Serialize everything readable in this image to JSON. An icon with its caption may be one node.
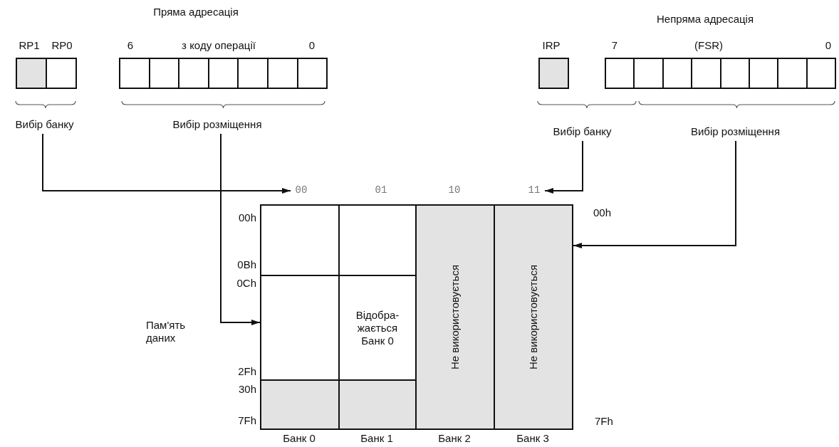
{
  "diagram": {
    "nodes": [
      {
        "text": [],
        "shape": "box"
      },
      {
        "text": [],
        "shape": "box"
      },
      {
        "text": [],
        "shape": "box"
      },
      {
        "text": [],
        "shape": "box"
      },
      {
        "text": [],
        "shape": "box"
      },
      {
        "text": [],
        "shape": "box"
      },
      {
        "text": [],
        "shape": "box"
      },
      {
        "text": [],
        "shape": "box"
      },
      {
        "text": [],
        "shape": "box"
      },
      {
        "text": [],
        "shape": "box"
      },
      {
        "text": [],
        "shape": "box"
      },
      {
        "text": [],
        "shape": "box"
      },
      {
        "text": [],
        "shape": "box"
      },
      {
        "text": [],
        "shape": "box"
      },
      {
        "text": [],
        "shape": "box"
      },
      {
        "text": [],
        "shape": "box"
      },
      {
        "text": [],
        "shape": "box"
      },
      {
        "text": [],
        "shape": "box"
      },
      {
        "text": [
          "Вибір банку"
        ]
      },
      {
        "text": [
          "Вибір розміщення"
        ]
      },
      {
        "text": [
          "Вибір банку"
        ]
      },
      {
        "text": [
          "Вибір розміщення"
        ]
      },
      {
        "text": [
          "00"
        ]
      },
      {
        "text": [
          "11"
        ]
      },
      {
        "text": [],
        "shape": "box"
      },
      {
        "text": [],
        "shape": "box"
      },
      {
        "text": [
          "Не використовується"
        ]
      },
      {
        "text": [
          "Не використовується"
        ]
      },
      {
        "text": [],
        "shape": "box"
      },
      {
        "text": [
          "Відобра-жається Банк 0"
        ]
      },
      {
        "text": [],
        "shape": "box"
      },
      {
        "text": [],
        "shape": "box"
      }
    ],
    "edges": [
      {
        "from": 18,
        "to": 22,
        "arrow": "to"
      },
      {
        "from": 19,
        "to": 28,
        "arrow": "to"
      },
      {
        "from": 20,
        "to": 23,
        "arrow": "to"
      },
      {
        "from": 21,
        "to": 27,
        "arrow": "to"
      }
    ],
    "labels": [
      "Пряма адресація",
      "Непряма адресація",
      "RP1",
      "RP0",
      "6",
      "з коду операції",
      "0",
      "IRP",
      "7",
      "(FSR)",
      "0",
      "01",
      "10",
      "00h",
      "00h",
      "0Bh",
      "0Ch",
      "Пам'ять даних",
      "2Fh",
      "30h",
      "7Fh",
      "7Fh",
      "Банк 0",
      "Банк 1",
      "Банк 2",
      "Банк 3"
    ]
  }
}
